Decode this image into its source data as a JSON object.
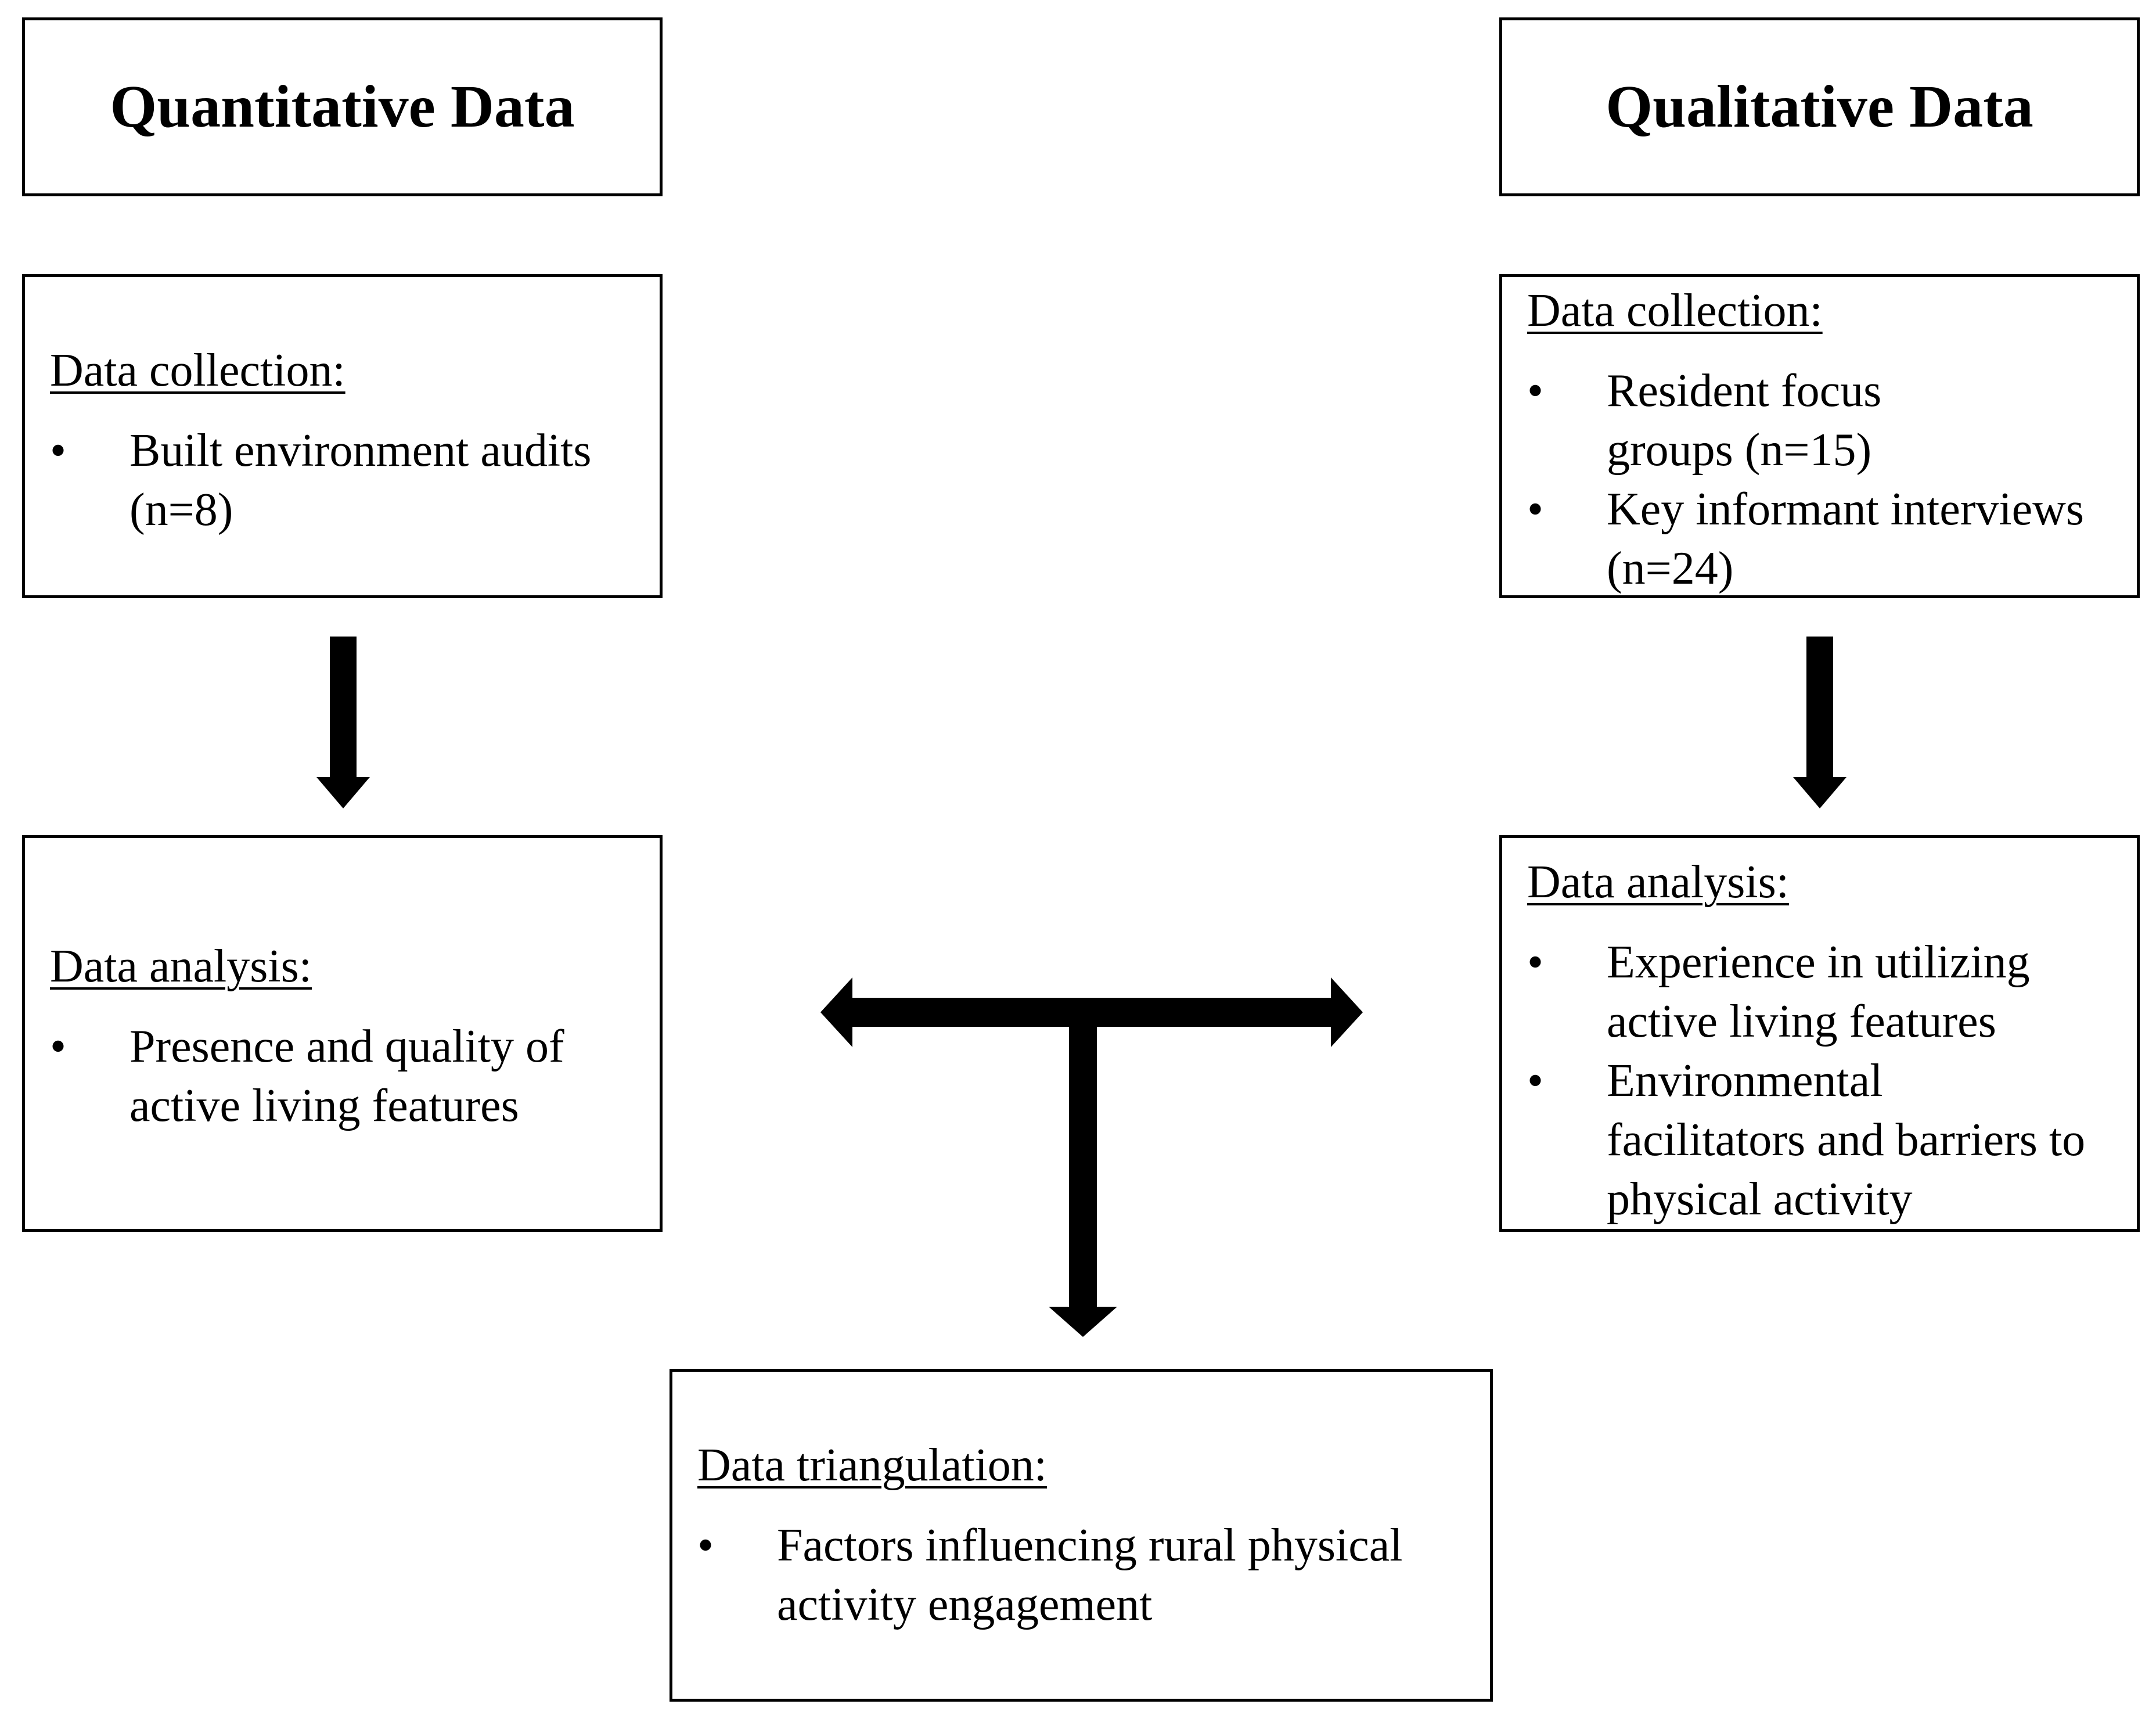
{
  "quantitative": {
    "title": "Quantitative Data",
    "collection": {
      "heading": "Data collection:",
      "items": [
        "Built environment audits (n=8)"
      ]
    },
    "analysis": {
      "heading": "Data analysis:",
      "items": [
        "Presence and quality of active living features"
      ]
    }
  },
  "qualitative": {
    "title": "Qualitative Data",
    "collection": {
      "heading": "Data collection:",
      "items": [
        "Resident focus groups (n=15)",
        "Key informant interviews (n=24)"
      ]
    },
    "analysis": {
      "heading": "Data analysis:",
      "items": [
        "Experience in utilizing active living features",
        "Environmental facilitators and barriers to physical activity"
      ]
    }
  },
  "triangulation": {
    "heading": "Data triangulation:",
    "items": [
      "Factors influencing rural physical activity engagement"
    ]
  },
  "bullet_symbol": "•"
}
